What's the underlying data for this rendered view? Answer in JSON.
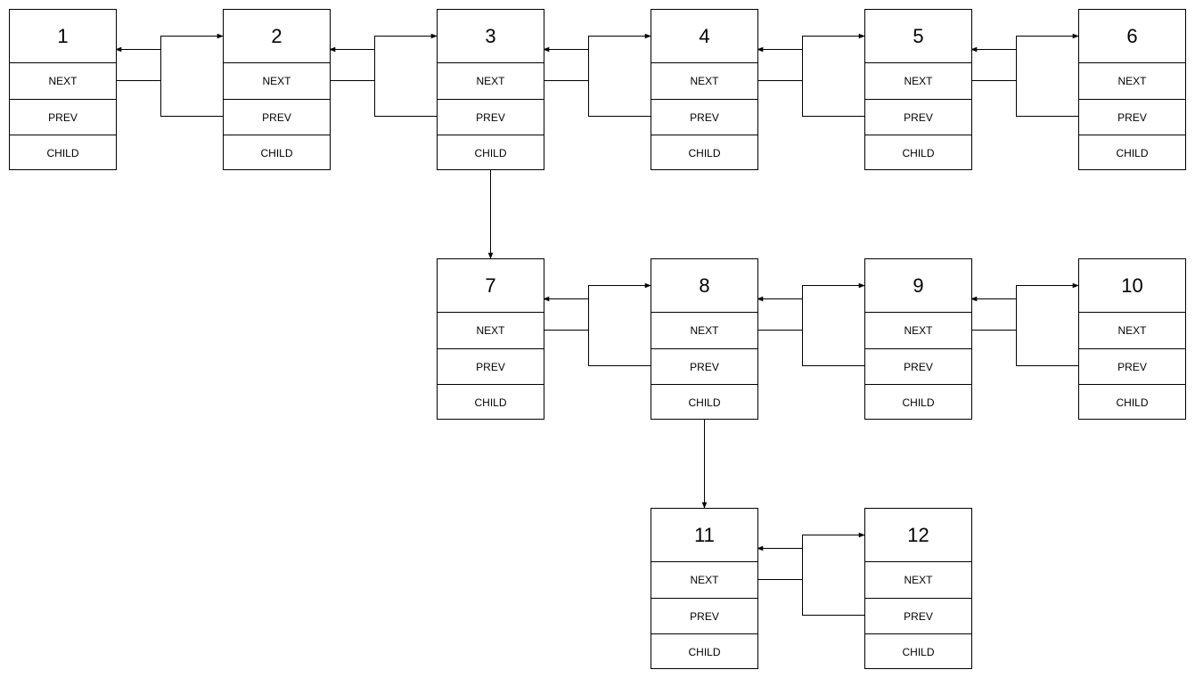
{
  "diagram": {
    "nodes": [
      {
        "id": 1,
        "label": "1",
        "fields": [
          "NEXT",
          "PREV",
          "CHILD"
        ]
      },
      {
        "id": 2,
        "label": "2",
        "fields": [
          "NEXT",
          "PREV",
          "CHILD"
        ]
      },
      {
        "id": 3,
        "label": "3",
        "fields": [
          "NEXT",
          "PREV",
          "CHILD"
        ]
      },
      {
        "id": 4,
        "label": "4",
        "fields": [
          "NEXT",
          "PREV",
          "CHILD"
        ]
      },
      {
        "id": 5,
        "label": "5",
        "fields": [
          "NEXT",
          "PREV",
          "CHILD"
        ]
      },
      {
        "id": 6,
        "label": "6",
        "fields": [
          "NEXT",
          "PREV",
          "CHILD"
        ]
      },
      {
        "id": 7,
        "label": "7",
        "fields": [
          "NEXT",
          "PREV",
          "CHILD"
        ]
      },
      {
        "id": 8,
        "label": "8",
        "fields": [
          "NEXT",
          "PREV",
          "CHILD"
        ]
      },
      {
        "id": 9,
        "label": "9",
        "fields": [
          "NEXT",
          "PREV",
          "CHILD"
        ]
      },
      {
        "id": 10,
        "label": "10",
        "fields": [
          "NEXT",
          "PREV",
          "CHILD"
        ]
      },
      {
        "id": 11,
        "label": "11",
        "fields": [
          "NEXT",
          "PREV",
          "CHILD"
        ]
      },
      {
        "id": 12,
        "label": "12",
        "fields": [
          "NEXT",
          "PREV",
          "CHILD"
        ]
      }
    ],
    "next_links": [
      [
        1,
        2
      ],
      [
        2,
        3
      ],
      [
        3,
        4
      ],
      [
        4,
        5
      ],
      [
        5,
        6
      ],
      [
        7,
        8
      ],
      [
        8,
        9
      ],
      [
        9,
        10
      ],
      [
        11,
        12
      ]
    ],
    "prev_links": [
      [
        2,
        1
      ],
      [
        3,
        2
      ],
      [
        4,
        3
      ],
      [
        5,
        4
      ],
      [
        6,
        5
      ],
      [
        8,
        7
      ],
      [
        9,
        8
      ],
      [
        10,
        9
      ],
      [
        12,
        11
      ]
    ],
    "child_links": [
      [
        3,
        7
      ],
      [
        8,
        11
      ]
    ],
    "colors": {
      "line": "#000000",
      "box_fill": "#ffffff",
      "text": "#000000"
    }
  }
}
